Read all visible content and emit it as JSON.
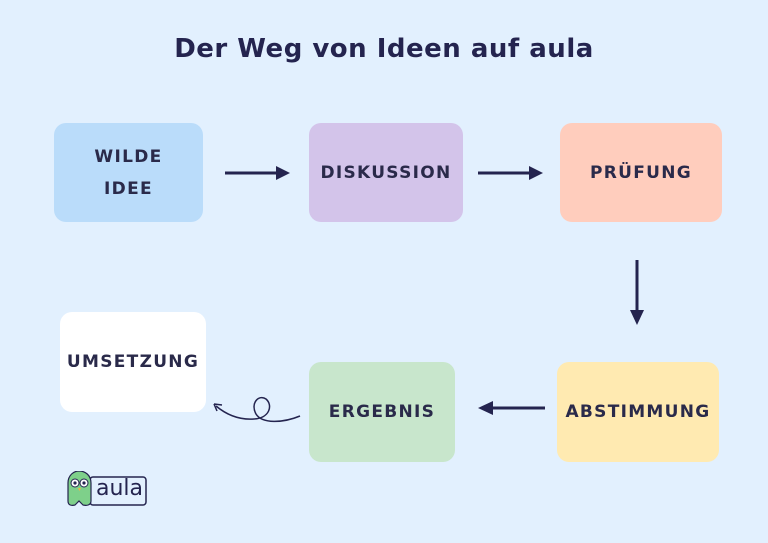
{
  "title": "Der Weg von Ideen auf aula",
  "steps": {
    "wild_line1": "WILDE",
    "wild_line2": "IDEE",
    "discussion": "DISKUSSION",
    "check": "PRÜFUNG",
    "vote": "ABSTIMMUNG",
    "result": "ERGEBNIS",
    "implementation": "UMSETZUNG"
  },
  "logo": {
    "text": "aula"
  },
  "colors": {
    "background": "#e2f0fe",
    "arrow": "#24244f",
    "wild_idea": "#badcfa",
    "discussion": "#d3c4ea",
    "check": "#ffcdbd",
    "vote": "#ffeab1",
    "result": "#c8e6cc",
    "implementation": "#ffffff",
    "logo_green": "#7ed08a"
  }
}
